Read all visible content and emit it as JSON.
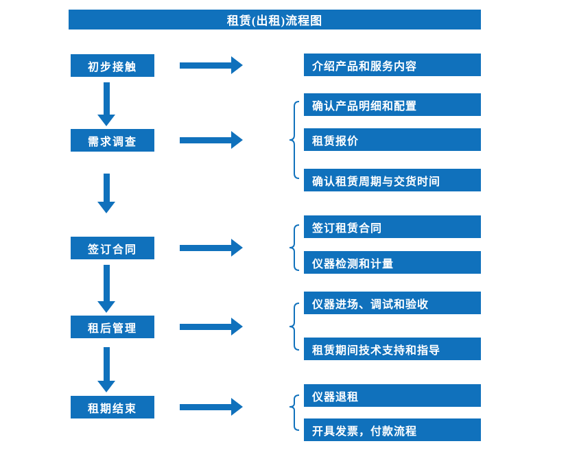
{
  "title": "租赁(出租)流程图",
  "colors": {
    "primary": "#1071BC",
    "text": "#FFFFFF",
    "background": "#FFFFFF"
  },
  "steps": [
    {
      "label": "初步接触",
      "outputs": [
        "介绍产品和服务内容"
      ]
    },
    {
      "label": "需求调查",
      "outputs": [
        "确认产品明细和配置",
        "租赁报价",
        "确认租赁周期与交货时间"
      ]
    },
    {
      "label": "签订合同",
      "outputs": [
        "签订租赁合同",
        "仪器检测和计量"
      ]
    },
    {
      "label": "租后管理",
      "outputs": [
        "仪器进场、调试和验收",
        "租赁期间技术支持和指导"
      ]
    },
    {
      "label": "租期结束",
      "outputs": [
        "仪器退租",
        "开具发票，付款流程"
      ]
    }
  ]
}
